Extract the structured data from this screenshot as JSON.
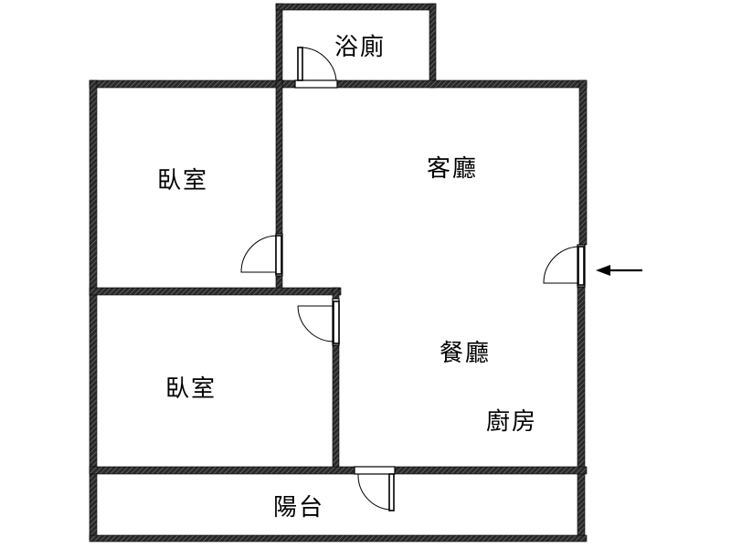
{
  "rooms": {
    "bathroom": "浴廁",
    "living_room": "客廳",
    "bedroom_top": "臥室",
    "bedroom_bottom": "臥室",
    "dining_room": "餐廳",
    "kitchen": "廚房",
    "balcony": "陽台"
  },
  "colors": {
    "wall": "#000000",
    "background": "#ffffff"
  },
  "icons": {
    "entrance": "arrow-left-icon"
  }
}
